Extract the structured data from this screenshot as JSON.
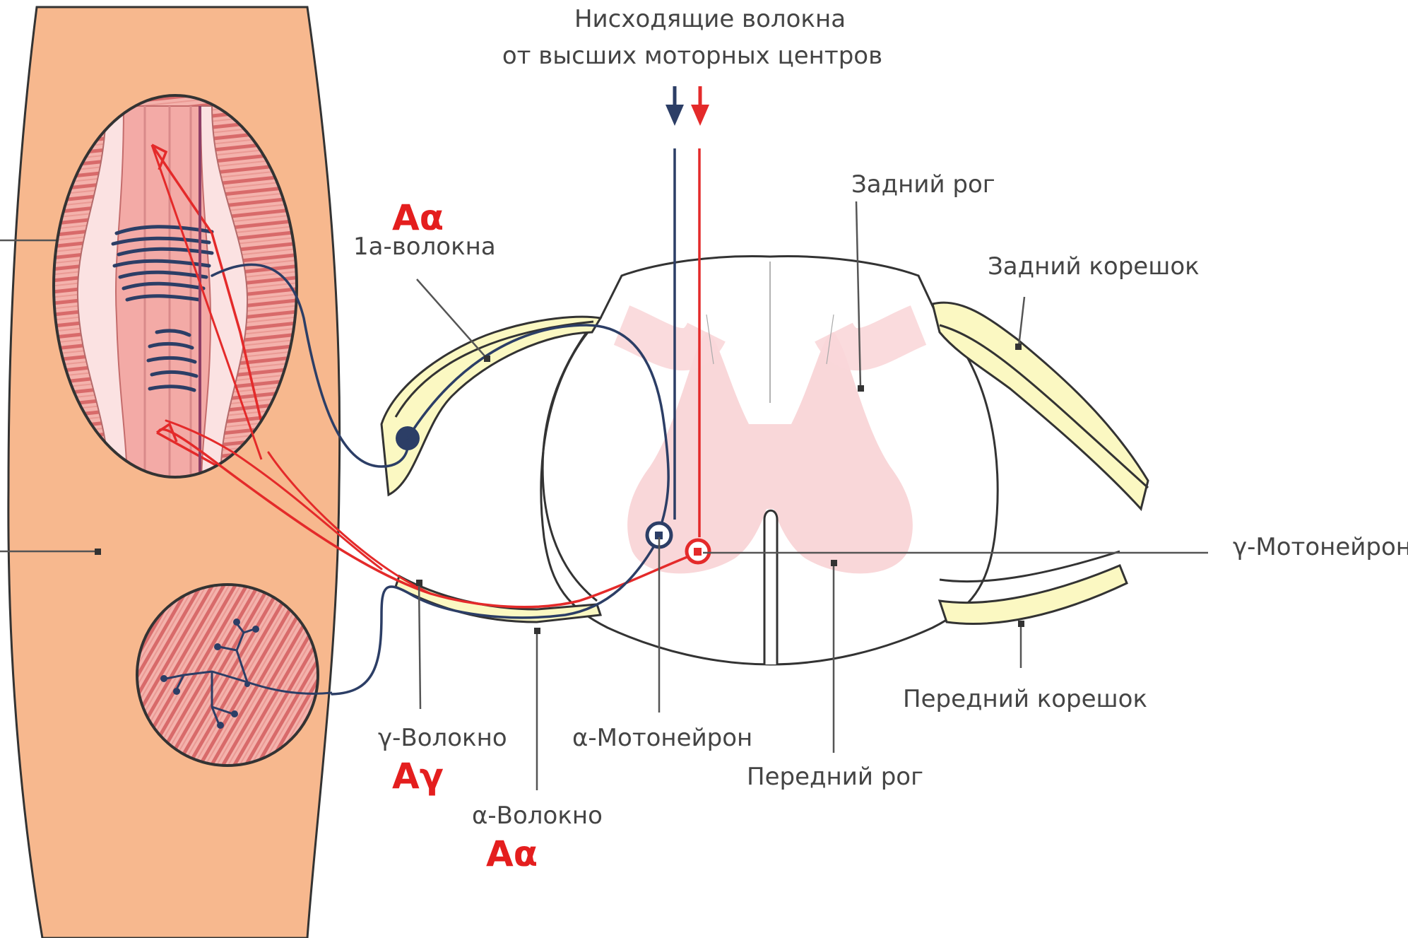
{
  "labels": {
    "descending_line1": "Нисходящие волокна",
    "descending_line2": "от высших моторных центров",
    "dorsal_horn": "Задний рог",
    "dorsal_root": "Задний корешок",
    "fiber_1a": "1а-волокна",
    "fiber_1a_class": "Aα",
    "gamma_motoneuron": "γ-Мотонейрон",
    "ventral_root": "Передний корешок",
    "gamma_fiber": "γ-Волокно",
    "gamma_fiber_class": "Aγ",
    "alpha_motoneuron": "α-Мотонейрон",
    "ventral_horn": "Передний рог",
    "alpha_fiber": "α-Волокно",
    "alpha_fiber_class": "Aα"
  },
  "colors": {
    "muscle": "#f7b88e",
    "muscle_edge": "#333333",
    "fiber_stripe": "#e47e7e",
    "fiber_base": "#f6c5c0",
    "grey_matter": "#f9d7d9",
    "root_yellow": "#fbf8c2",
    "afferent_blue": "#2c3e66",
    "efferent_red": "#e42a2a",
    "label_red": "#e41e1e",
    "label_text": "#444444"
  }
}
